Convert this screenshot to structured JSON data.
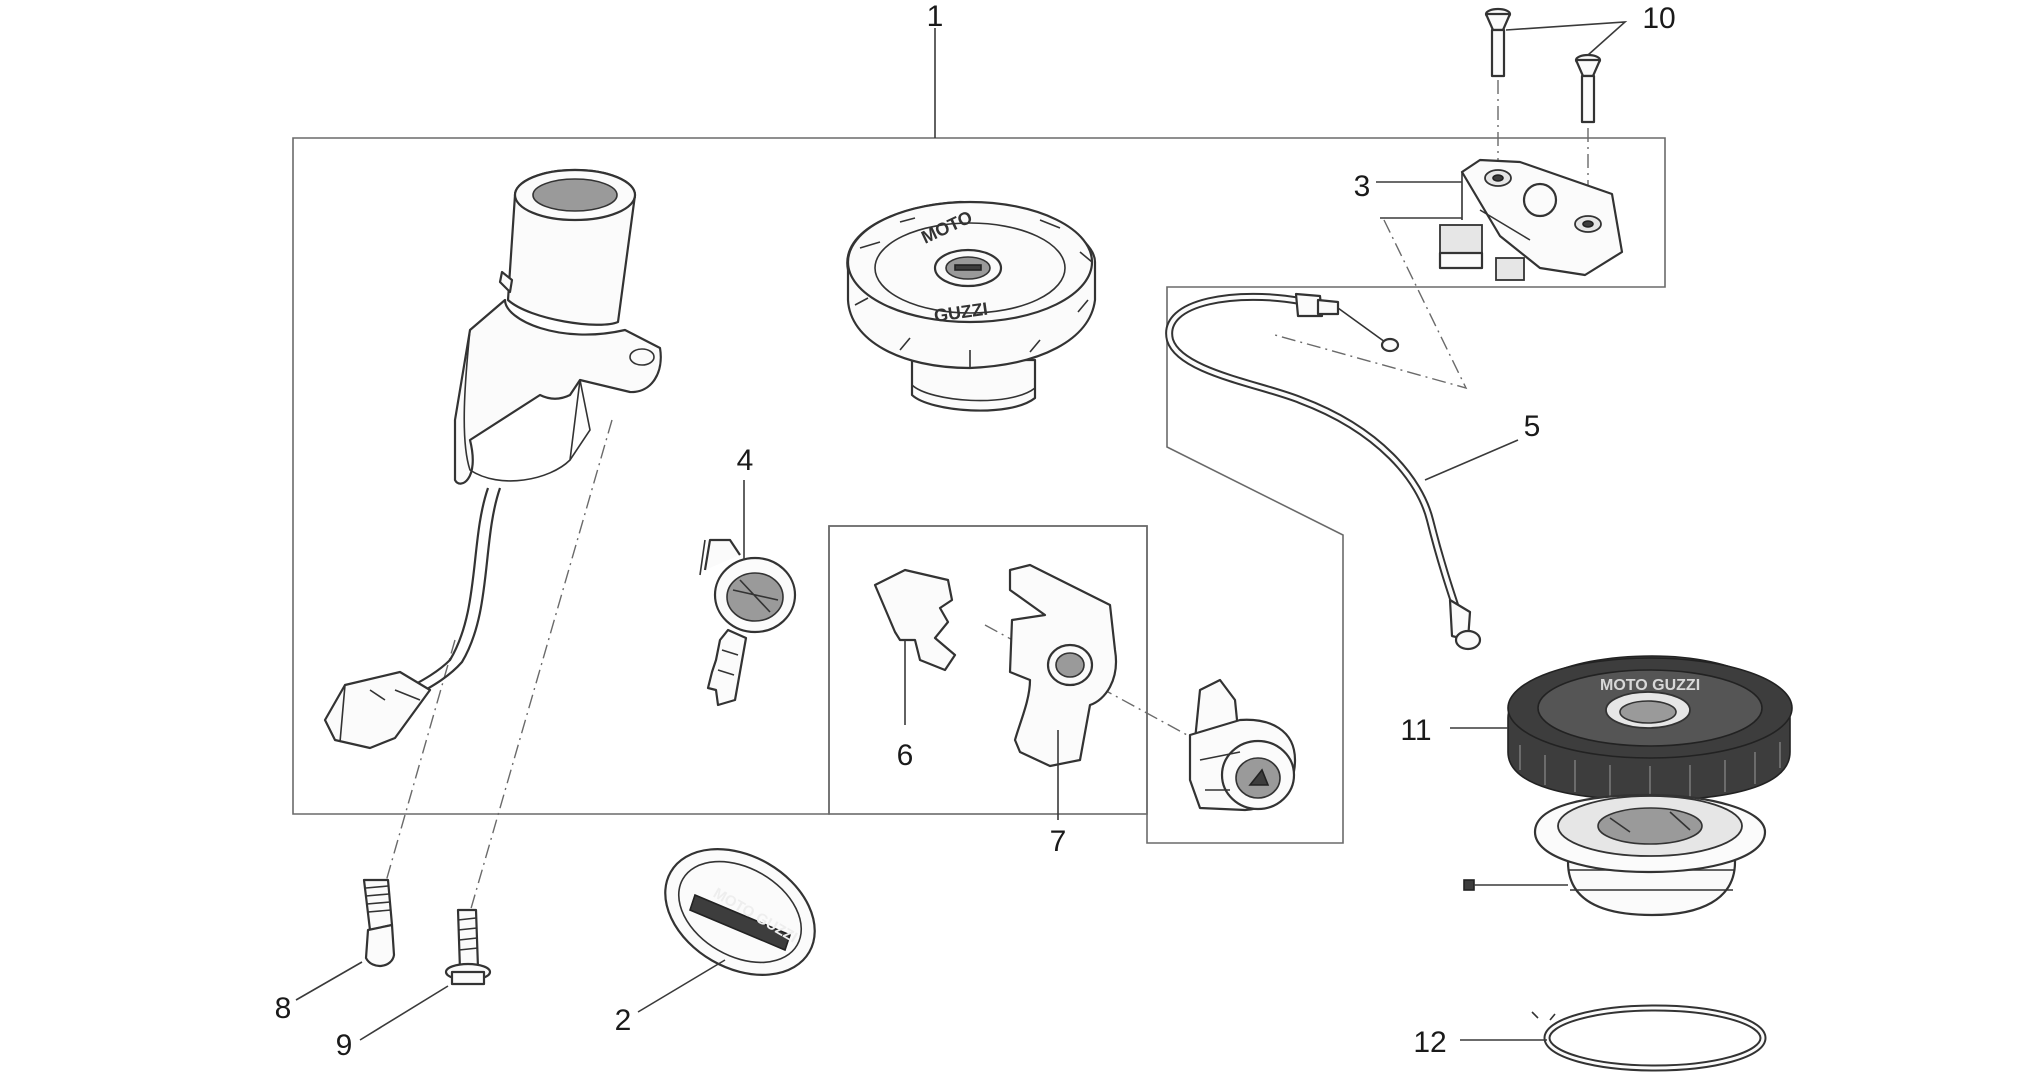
{
  "callouts": [
    {
      "id": "1",
      "label": "1"
    },
    {
      "id": "2",
      "label": "2"
    },
    {
      "id": "3",
      "label": "3"
    },
    {
      "id": "4",
      "label": "4"
    },
    {
      "id": "5",
      "label": "5"
    },
    {
      "id": "6",
      "label": "6"
    },
    {
      "id": "7",
      "label": "7"
    },
    {
      "id": "8",
      "label": "8"
    },
    {
      "id": "9",
      "label": "9"
    },
    {
      "id": "10",
      "label": "10"
    },
    {
      "id": "11",
      "label": "11"
    },
    {
      "id": "12",
      "label": "12"
    }
  ],
  "markings": {
    "cap_brand_top": "MOTO",
    "cap_brand_bottom": "GUZZI",
    "black_cap_brand": "MOTO GUZZI",
    "badge_brand": "MOTO GUZZI"
  }
}
